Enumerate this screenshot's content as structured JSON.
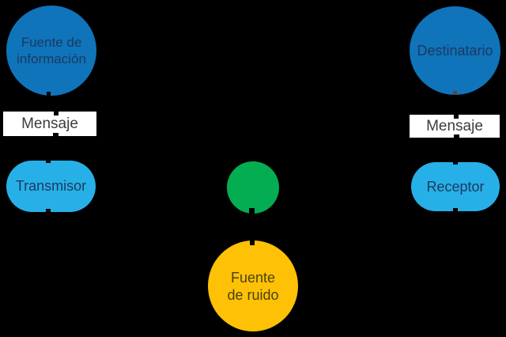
{
  "diagram": {
    "name": "communication-model"
  },
  "nodes": {
    "information_source": {
      "line1": "Fuente de",
      "line2": "información"
    },
    "message_left": {
      "label": "Mensaje"
    },
    "transmitter": {
      "label": "Transmisor"
    },
    "channel": {
      "label": ""
    },
    "noise_source": {
      "line1": "Fuente",
      "line2": "de ruido"
    },
    "message_right": {
      "label": "Mensaje"
    },
    "receiver": {
      "label": "Receptor"
    },
    "destination": {
      "label": "Destinatario"
    }
  },
  "colors": {
    "background": "#000000",
    "node_blue": "#0f74ba",
    "node_cyan": "#27b0e8",
    "node_green": "#04ad52",
    "node_yellow": "#fec106",
    "label_bg": "#ffffff",
    "circle_text": "#1c3a60",
    "message_text": "#3c3c3c",
    "noise_text": "#4a4212"
  }
}
